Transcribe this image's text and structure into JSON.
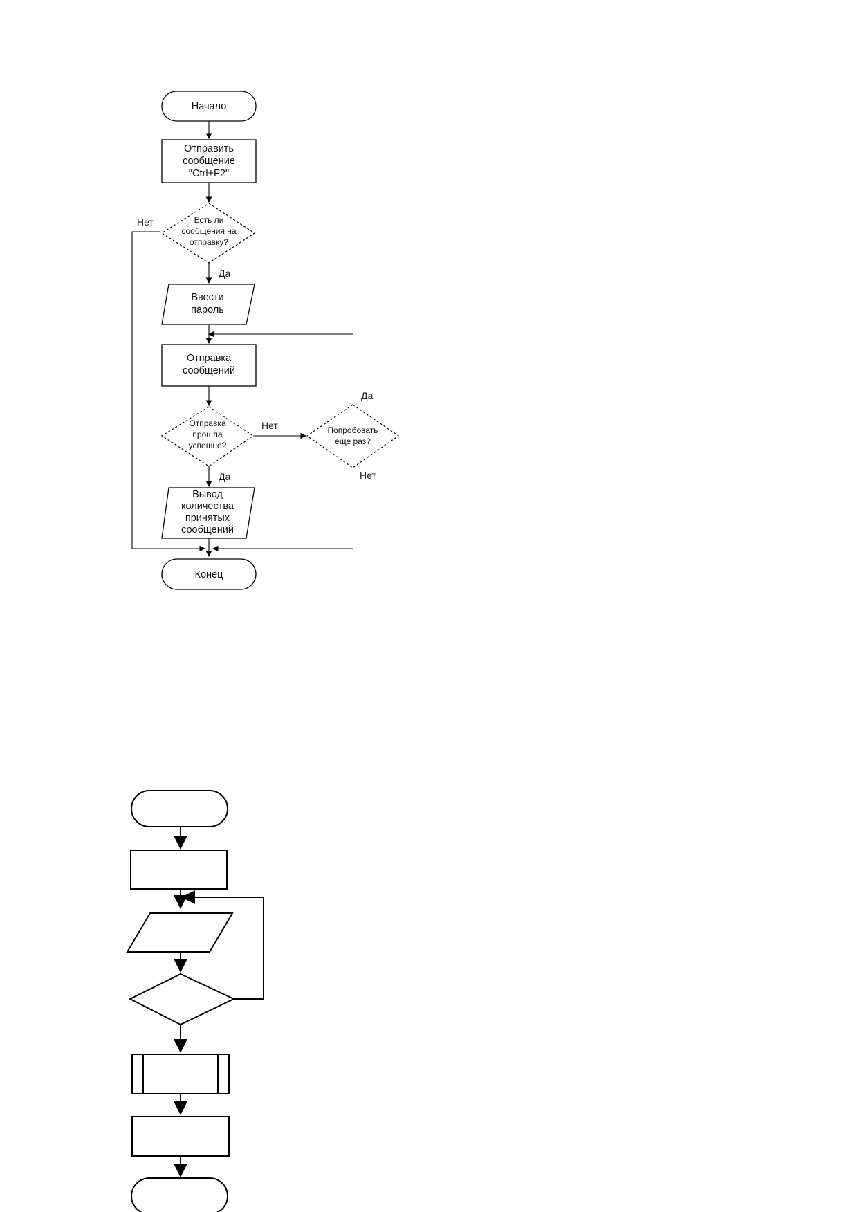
{
  "flowchart_top": {
    "start": "Начало",
    "send_message": [
      "Отправить",
      "сообщение",
      "\"Ctrl+F2\""
    ],
    "has_messages": [
      "Есть ли",
      "сообщения на",
      "отправку?"
    ],
    "enter_password": [
      "Ввести",
      "пароль"
    ],
    "sending": [
      "Отправка",
      "сообщений"
    ],
    "send_success": [
      "Отправка",
      "прошла",
      "успешно?"
    ],
    "try_again": [
      "Попробовать",
      "еще раз?"
    ],
    "output_count": [
      "Вывод",
      "количества",
      "принятых",
      "сообщений"
    ],
    "end": "Конец",
    "edge_labels": {
      "no_left": "Нет",
      "yes_1": "Да",
      "no_mid": "Нет",
      "yes_top": "Да",
      "no_bottom": "Нет",
      "yes_2": "Да"
    }
  }
}
